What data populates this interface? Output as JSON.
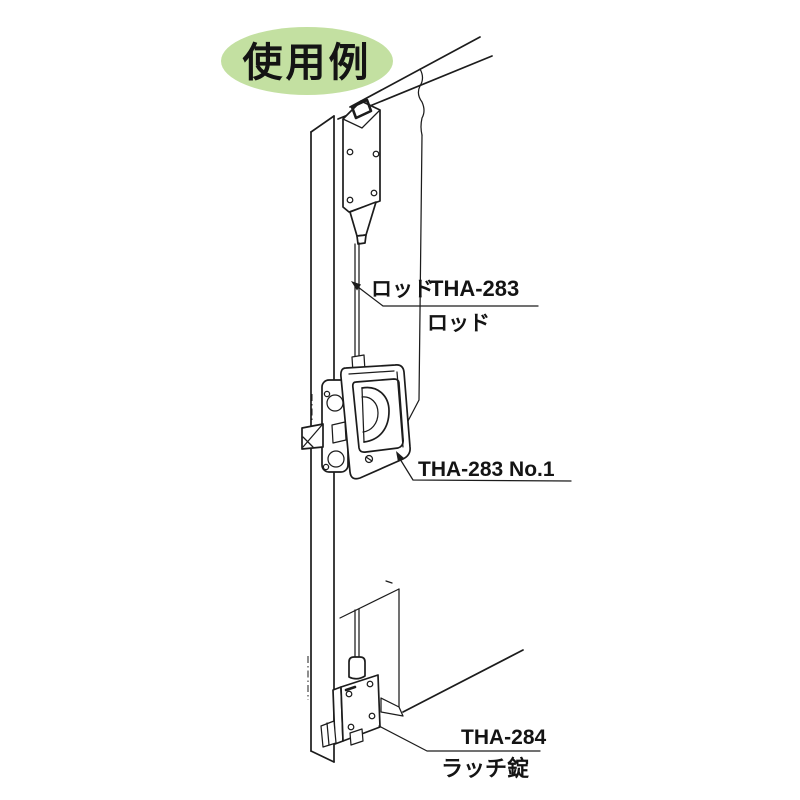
{
  "badge": {
    "text": "使用例",
    "bg": "#c3e0a1",
    "fg": "#141414"
  },
  "ink": "#1c1c1c",
  "callouts": {
    "rod_pointer": "ロッド",
    "rod_part": {
      "code": "THA-283",
      "name": "ロッド"
    },
    "handle_part": {
      "code": "THA-283 No.1"
    },
    "latch_part": {
      "code": "THA-284",
      "name": "ラッチ錠"
    }
  }
}
